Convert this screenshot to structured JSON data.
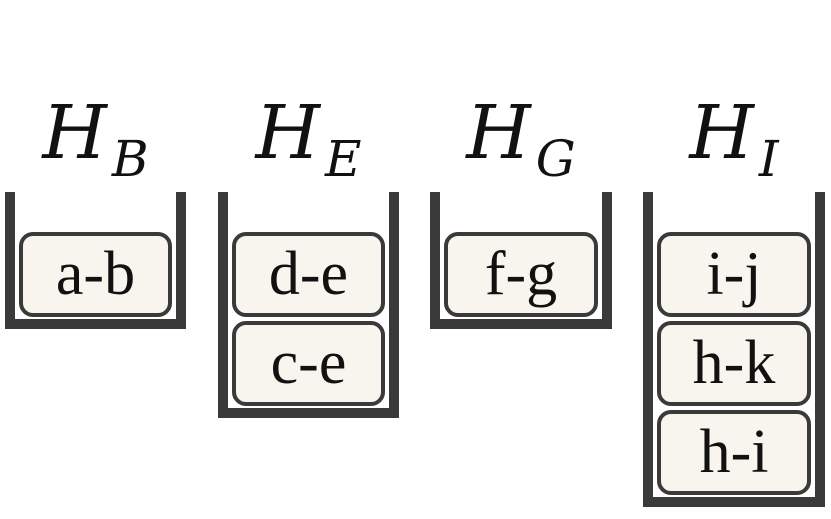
{
  "stacks": [
    {
      "name": "H",
      "sub": "B",
      "items": [
        "a-b"
      ]
    },
    {
      "name": "H",
      "sub": "E",
      "items": [
        "d-e",
        "c-e"
      ]
    },
    {
      "name": "H",
      "sub": "G",
      "items": [
        "f-g"
      ]
    },
    {
      "name": "H",
      "sub": "I",
      "items": [
        "i-j",
        "h-k",
        "h-i"
      ]
    }
  ],
  "colors": {
    "frame": "#3a3a3a",
    "item_fill": "#f7f5ee",
    "text": "#111111"
  }
}
